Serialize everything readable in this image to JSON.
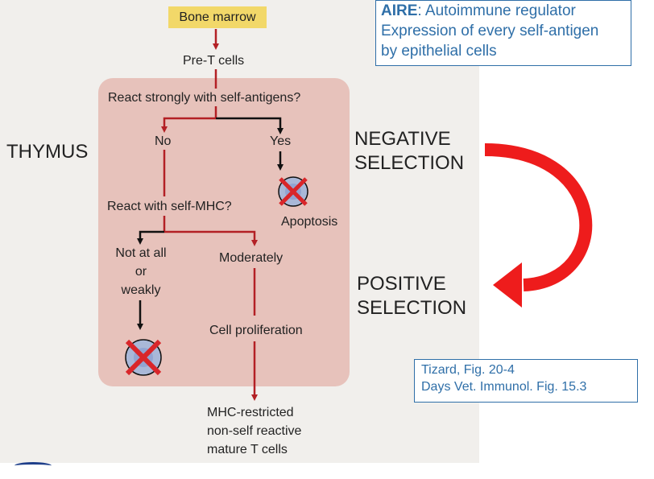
{
  "diagram": {
    "bone_marrow": "Bone marrow",
    "pre_t_cells": "Pre-T cells",
    "react_strongly": "React strongly with self-antigens?",
    "no": "No",
    "yes": "Yes",
    "apoptosis": "Apoptosis",
    "react_self_mhc": "React with self-MHC?",
    "not_at_all": "Not at all",
    "or": "or",
    "weakly": "weakly",
    "moderately": "Moderately",
    "cell_proliferation": "Cell proliferation",
    "mature_line1": "MHC-restricted",
    "mature_line2": "non-self reactive",
    "mature_line3": "mature T cells"
  },
  "side_labels": {
    "thymus": "THYMUS",
    "negative_line1": "NEGATIVE",
    "negative_line2": "SELECTION",
    "positive_line1": "POSITIVE",
    "positive_line2": "SELECTION"
  },
  "aire_box": {
    "term": "AIRE",
    "definition": ": Autoimmune regulator",
    "line2": "Expression of every self-antigen",
    "line3": "by epithelial cells"
  },
  "reference_box": {
    "line1": "Tizard, Fig. 20-4",
    "line2": "Days Vet. Immunol. Fig. 15.3"
  },
  "colors": {
    "thymus_fill": "#e7c2bb",
    "flow_red": "#b32025",
    "flow_black": "#111111",
    "selection_arrow": "#ee1c1c",
    "info_blue": "#2f6fa8",
    "bone_marrow_fill": "#f2d869"
  }
}
